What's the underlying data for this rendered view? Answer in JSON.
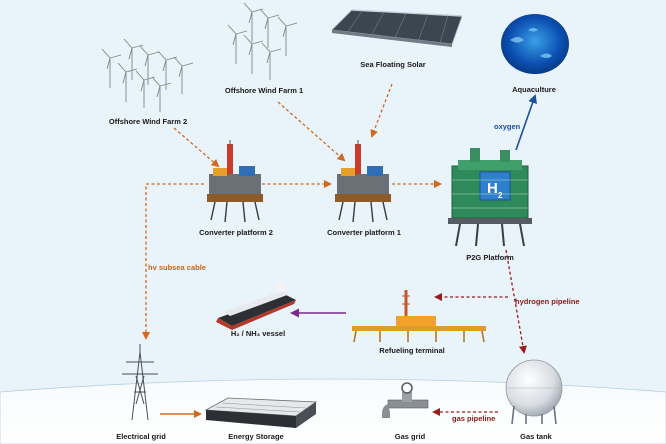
{
  "nodes": {
    "offshore_wind_farm_2": "Offshore Wind Farm 2",
    "offshore_wind_farm_1": "Offshore Wind Farm 1",
    "sea_floating_solar": "Sea Floating Solar",
    "aquaculture": "Aquaculture",
    "converter_platform_2": "Converter platform 2",
    "converter_platform_1": "Converter platform 1",
    "p2g_platform": "P2G Platform",
    "refueling_terminal": "Refueling terminal",
    "vessel": "H₂ / NH₃ vessel",
    "electrical_grid": "Electrical grid",
    "energy_storage": "Energy Storage",
    "gas_grid": "Gas grid",
    "gas_tank": "Gas tank"
  },
  "links": {
    "oxygen": "oxygen",
    "hv_subsea_cable": "hv subsea cable",
    "hydrogen_pipeline": "hydrogen pipeline",
    "gas_pipeline": "gas pipeline"
  },
  "badges": {
    "h2": "H",
    "h2_sub": "2"
  },
  "colors": {
    "electric_flow": "#d2691e",
    "hydrogen_flow": "#9b1c1c",
    "vessel_flow": "#7b2a8c",
    "oxygen_flow": "#1d4f9a",
    "background": "#e8f3fa"
  }
}
